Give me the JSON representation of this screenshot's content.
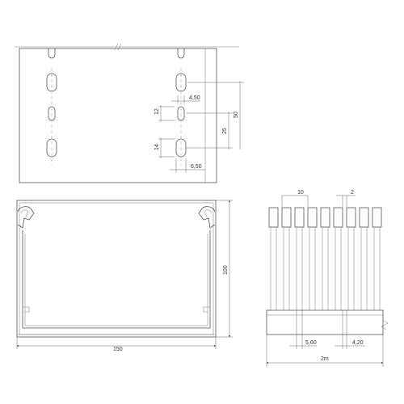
{
  "plate_view": {
    "dim_slot_width": "4,50",
    "dim_slot_height_small": "12",
    "dim_slot_height_large": "14",
    "dim_spacing_25": "25",
    "dim_spacing_50": "50",
    "dim_slot_offset": "6,50"
  },
  "front_view": {
    "dim_width": "150",
    "dim_height": "100"
  },
  "comb_view": {
    "dim_pitch": "10",
    "dim_gap": "2",
    "dim_finger_width": "5,60",
    "dim_base_gap": "4,20",
    "dim_length": "2m"
  }
}
